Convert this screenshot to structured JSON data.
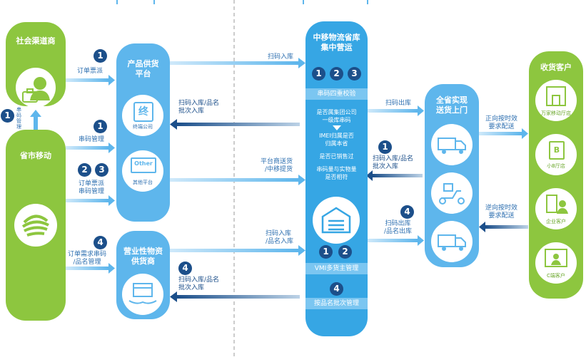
{
  "nodes": {
    "social": "社会渠道商",
    "province_mobile": "省市移动",
    "product_platform": "产品供货\n平台",
    "supplier": "营业性物资\n供货商",
    "warehouse": "中移物流省库\n集中营运",
    "delivery": "全省实现\n送货上门",
    "customers": "收货客户"
  },
  "icon_labels": {
    "terminal_company": "终端公司",
    "other_platform": "其他平台",
    "other_sign": "Other",
    "terminal_mark": "终",
    "store_b": "B",
    "shop_home": "万家移动厅店",
    "small_shop": "小B厅店",
    "enterprise": "企业客户",
    "c_customer": "C端客户"
  },
  "warehouse_bands": {
    "top": "串码四重校验",
    "vmi": "VMI多货主管理",
    "batch": "按品名批次管理"
  },
  "warehouse_steps": {
    "s1": "是否属集团公司\n一级库串码",
    "s2": "IMEI归属是否\n归属本省",
    "s3": "是否已销售过",
    "s4": "串码量与实物量\n是否相符"
  },
  "flow_labels": {
    "order_settle": "订单票派",
    "serial_mgmt_v": "串码管理",
    "serial_mgmt": "串码管理",
    "order_serial": "订单票派\n串码管理",
    "order_need": "订单需求串码\n/品名管理",
    "scan_in_1": "扫码入库",
    "scan_return_1": "扫码入库/品名\n批次入库",
    "platform_ship": "平台商送货\n/中移提货",
    "scan_in_2": "扫码入库\n/品名入库",
    "scan_return_2": "扫码入库/品名\n批次入库",
    "scan_out_1": "扫码出库",
    "scan_return_3": "扫码入库/品名\n批次入库",
    "scan_out_2": "扫码出库\n/品名出库",
    "forward": "正向按时效\n要求配送",
    "reverse": "逆向按时效\n要求配送"
  },
  "badges": {
    "one": "1",
    "two": "2",
    "three": "3",
    "four": "4"
  },
  "colors": {
    "green": "#8dc63f",
    "blue": "#5eb6ec",
    "dark_blue": "#1c4f8a",
    "text_blue": "#2d6fb0"
  }
}
